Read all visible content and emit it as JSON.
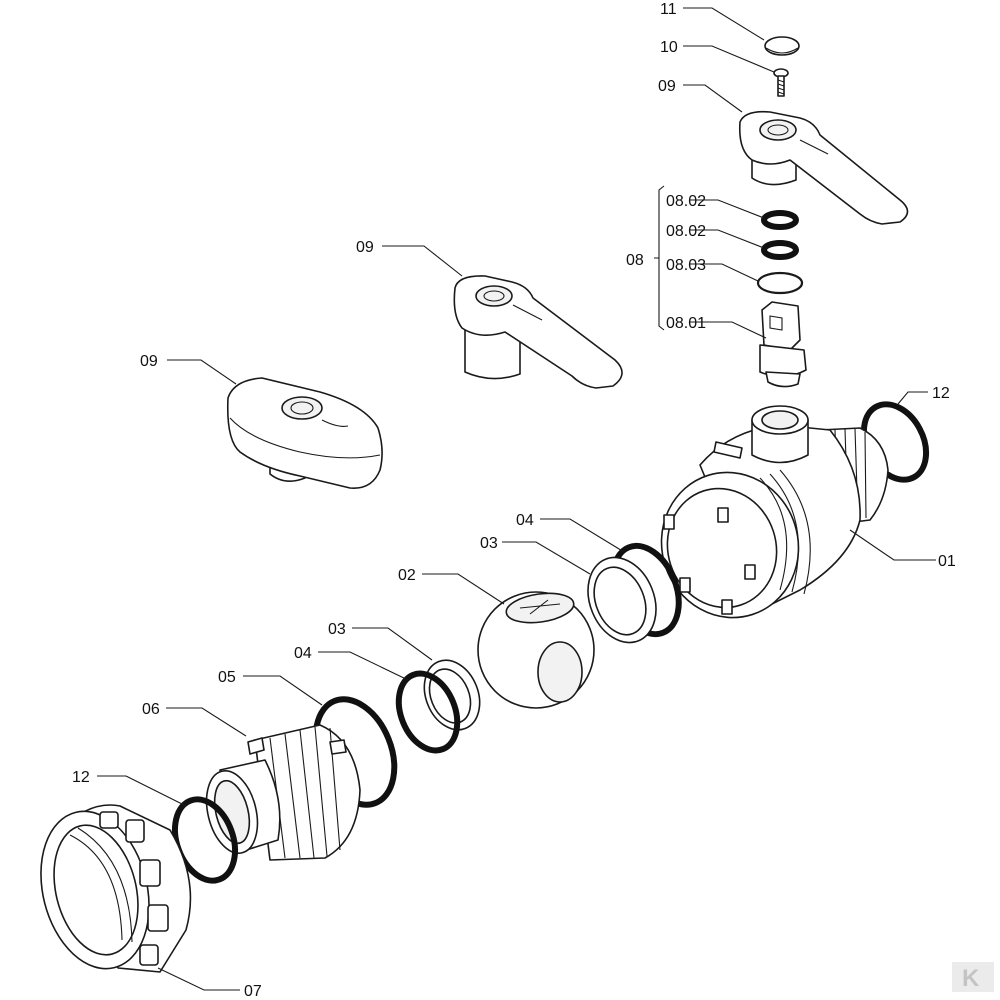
{
  "diagram": {
    "labels": {
      "l01": "01",
      "l02": "02",
      "l03a": "03",
      "l03b": "03",
      "l04a": "04",
      "l04b": "04",
      "l05": "05",
      "l06": "06",
      "l07": "07",
      "l08": "08",
      "l0801": "08.01",
      "l0802a": "08.02",
      "l0802b": "08.02",
      "l0803": "08.03",
      "l09a": "09",
      "l09b": "09",
      "l09c": "09",
      "l10": "10",
      "l11": "11",
      "l12a": "12",
      "l12b": "12"
    },
    "watermark": "K"
  },
  "colors": {
    "line": "#1a1a1a",
    "ring": "#111111",
    "background": "#ffffff"
  }
}
